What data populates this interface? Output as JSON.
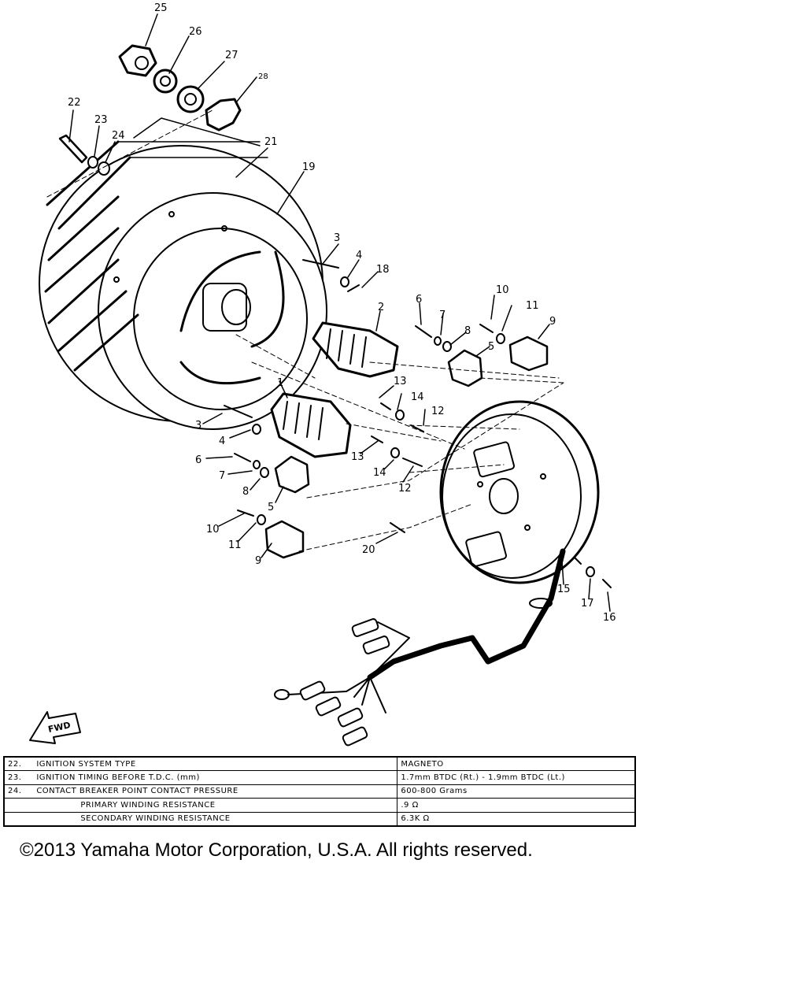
{
  "diagram": {
    "callouts": {
      "c25": "25",
      "c26": "26",
      "c27": "27",
      "c28": "28",
      "c22": "22",
      "c23": "23",
      "c24": "24",
      "c21": "21",
      "c19": "19",
      "c3a": "3",
      "c4a": "4",
      "c18": "18",
      "c2": "2",
      "c6a": "6",
      "c7a": "7",
      "c8a": "8",
      "c10a": "10",
      "c11a": "11",
      "c9a": "9",
      "c5a": "5",
      "c13a": "13",
      "c14a": "14",
      "c12a": "12",
      "c1": "1",
      "c3b": "3",
      "c4b": "4",
      "c13b": "13",
      "c14b": "14",
      "c12b": "12",
      "c6b": "6",
      "c7b": "7",
      "c8b": "8",
      "c5b": "5",
      "c10b": "10",
      "c11b": "11",
      "c9b": "9",
      "c20": "20",
      "c15": "15",
      "c17": "17",
      "c16": "16"
    },
    "fwd_label": "FWD"
  },
  "spec_table": {
    "rows": [
      {
        "num": "22.",
        "label": "IGNITION SYSTEM TYPE",
        "value": "MAGNETO"
      },
      {
        "num": "23.",
        "label": "IGNITION TIMING BEFORE T.D.C. (mm)",
        "value": "1.7mm BTDC (Rt.) - 1.9mm BTDC (Lt.)"
      },
      {
        "num": "24.",
        "label": "CONTACT BREAKER POINT CONTACT PRESSURE",
        "value": "600-800 Grams"
      },
      {
        "num": "",
        "label": "PRIMARY WINDING RESISTANCE",
        "value": ".9 Ω"
      },
      {
        "num": "",
        "label": "SECONDARY WINDING RESISTANCE",
        "value": "6.3K Ω"
      }
    ]
  },
  "copyright": "©2013 Yamaha Motor Corporation, U.S.A. All rights reserved."
}
